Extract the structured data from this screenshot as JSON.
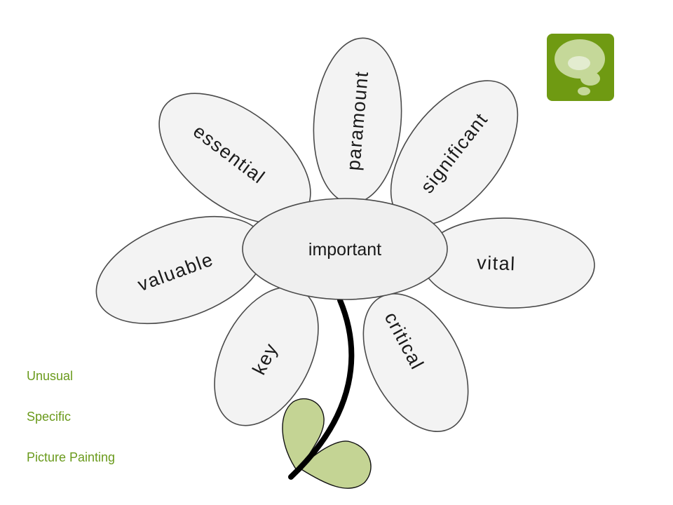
{
  "diagram": {
    "center": "important",
    "petals": [
      {
        "id": "paramount",
        "label": "paramount"
      },
      {
        "id": "significant",
        "label": "significant"
      },
      {
        "id": "vital",
        "label": "vital"
      },
      {
        "id": "critical",
        "label": "critical"
      },
      {
        "id": "key",
        "label": "key"
      },
      {
        "id": "valuable",
        "label": "valuable"
      },
      {
        "id": "essential",
        "label": "essential"
      }
    ]
  },
  "side_list": [
    "Unusual",
    "Specific",
    "Picture Painting"
  ],
  "colors": {
    "accent_green": "#6a9a1c",
    "badge_green": "#6f9a12",
    "leaf_green": "#c4d494",
    "petal_fill": "#f3f3f3"
  },
  "icons": {
    "corner_badge": "speech-bubble-icon"
  }
}
